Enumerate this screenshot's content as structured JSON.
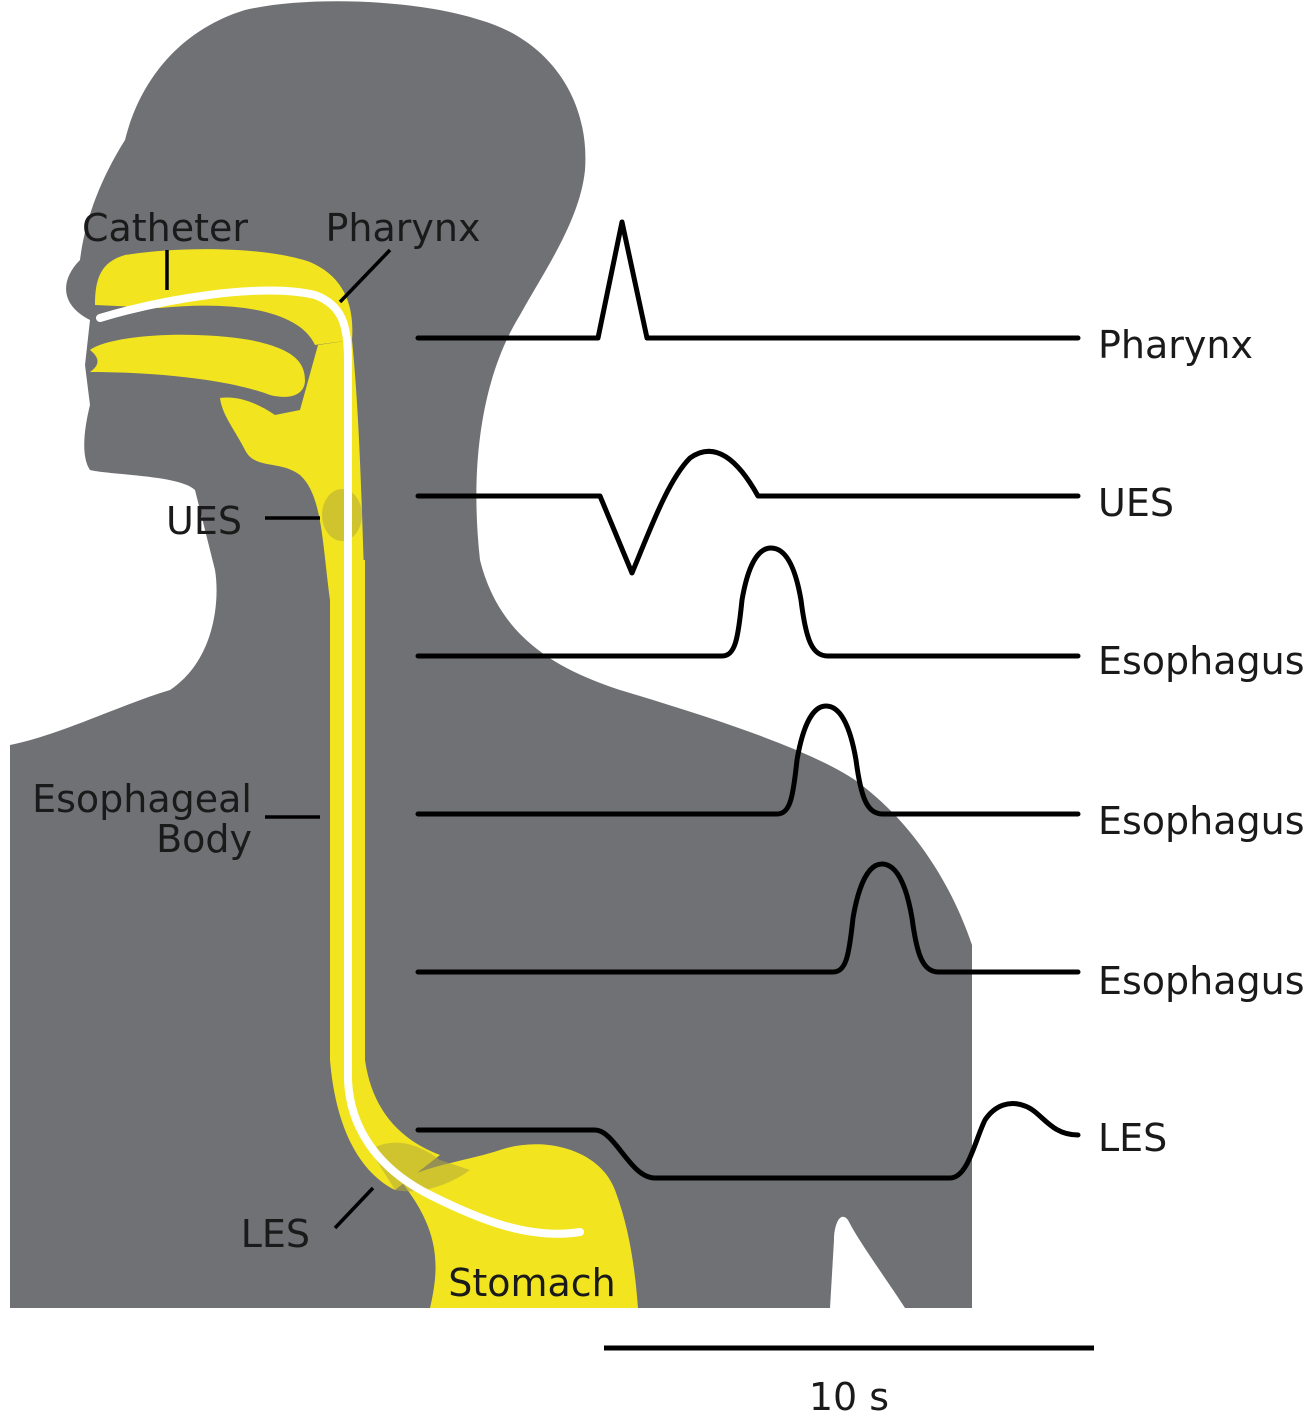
{
  "anatomy_labels": {
    "catheter": "Catheter",
    "pharynx": "Pharynx",
    "ues": "UES",
    "esophageal_body_line1": "Esophageal",
    "esophageal_body_line2": "Body",
    "les": "LES",
    "stomach": "Stomach"
  },
  "trace_labels": [
    "Pharynx",
    "UES",
    "Esophagus",
    "Esophagus",
    "Esophagus",
    "LES"
  ],
  "scale_bar": {
    "label": "10 s"
  },
  "colors": {
    "silhouette": "#707174",
    "tract": "#f2e51f",
    "catheter": "#ffffff",
    "trace": "#000000"
  }
}
